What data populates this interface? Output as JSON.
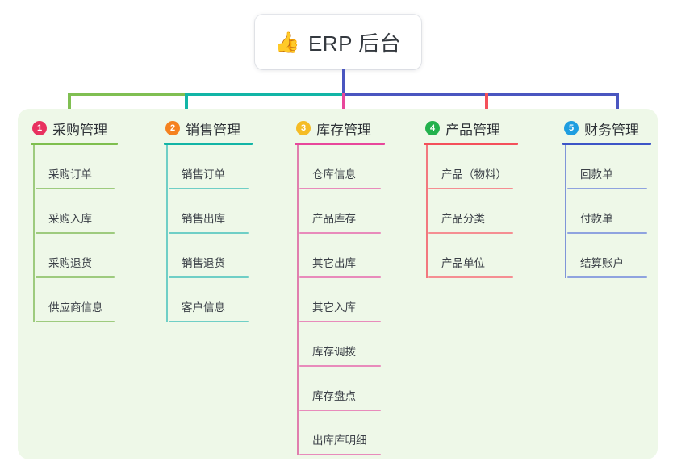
{
  "root": {
    "icon": "thumbs-up-icon",
    "emoji": "👍",
    "title": "ERP 后台"
  },
  "colors": {
    "panel_bg": "#eef8e8",
    "trunk": "#4a56c0",
    "branch_green": "#80bf52",
    "branch_teal": "#12b5a6",
    "branch_pink": "#e8479b",
    "branch_red": "#f4505a",
    "branch_blue": "#4a56c0"
  },
  "columns": [
    {
      "number": "1",
      "badge_color": "#e8315f",
      "line_color": "#7ebf4e",
      "item_line_color": "#9ecb7e",
      "spine_color": "#9ecb7e",
      "title": "采购管理",
      "items": [
        "采购订单",
        "采购入库",
        "采购退货",
        "供应商信息"
      ]
    },
    {
      "number": "2",
      "badge_color": "#f58220",
      "line_color": "#12b5a6",
      "item_line_color": "#6fcfc6",
      "spine_color": "#6fcfc6",
      "title": "销售管理",
      "items": [
        "销售订单",
        "销售出库",
        "销售退货",
        "客户信息"
      ]
    },
    {
      "number": "3",
      "badge_color": "#f5bc25",
      "line_color": "#e8479b",
      "item_line_color": "#e88bbb",
      "spine_color": "#e07fae",
      "title": "库存管理",
      "items": [
        "仓库信息",
        "产品库存",
        "其它出库",
        "其它入库",
        "库存调拨",
        "库存盘点",
        "出库库明细"
      ]
    },
    {
      "number": "4",
      "badge_color": "#23b14d",
      "line_color": "#f4505a",
      "item_line_color": "#f58e92",
      "spine_color": "#f2787e",
      "title": "产品管理",
      "items": [
        "产品（物料）",
        "产品分类",
        "产品单位"
      ]
    },
    {
      "number": "5",
      "badge_color": "#1f9ee0",
      "line_color": "#3d55c7",
      "item_line_color": "#8fa3df",
      "spine_color": "#7f95d8",
      "title": "财务管理",
      "items": [
        "回款单",
        "付款单",
        "结算账户"
      ]
    }
  ]
}
